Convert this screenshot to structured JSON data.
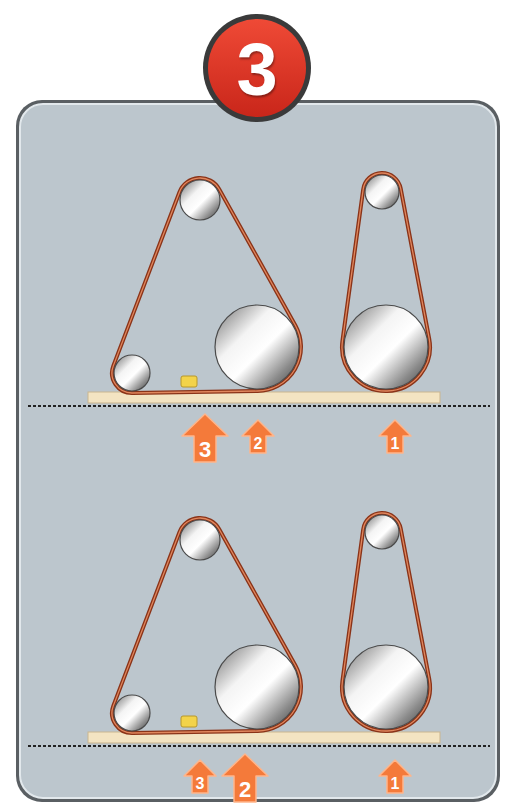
{
  "diagram": {
    "labels": [
      "3",
      "3",
      "2",
      "1",
      "3",
      "2",
      "1"
    ]
  }
}
